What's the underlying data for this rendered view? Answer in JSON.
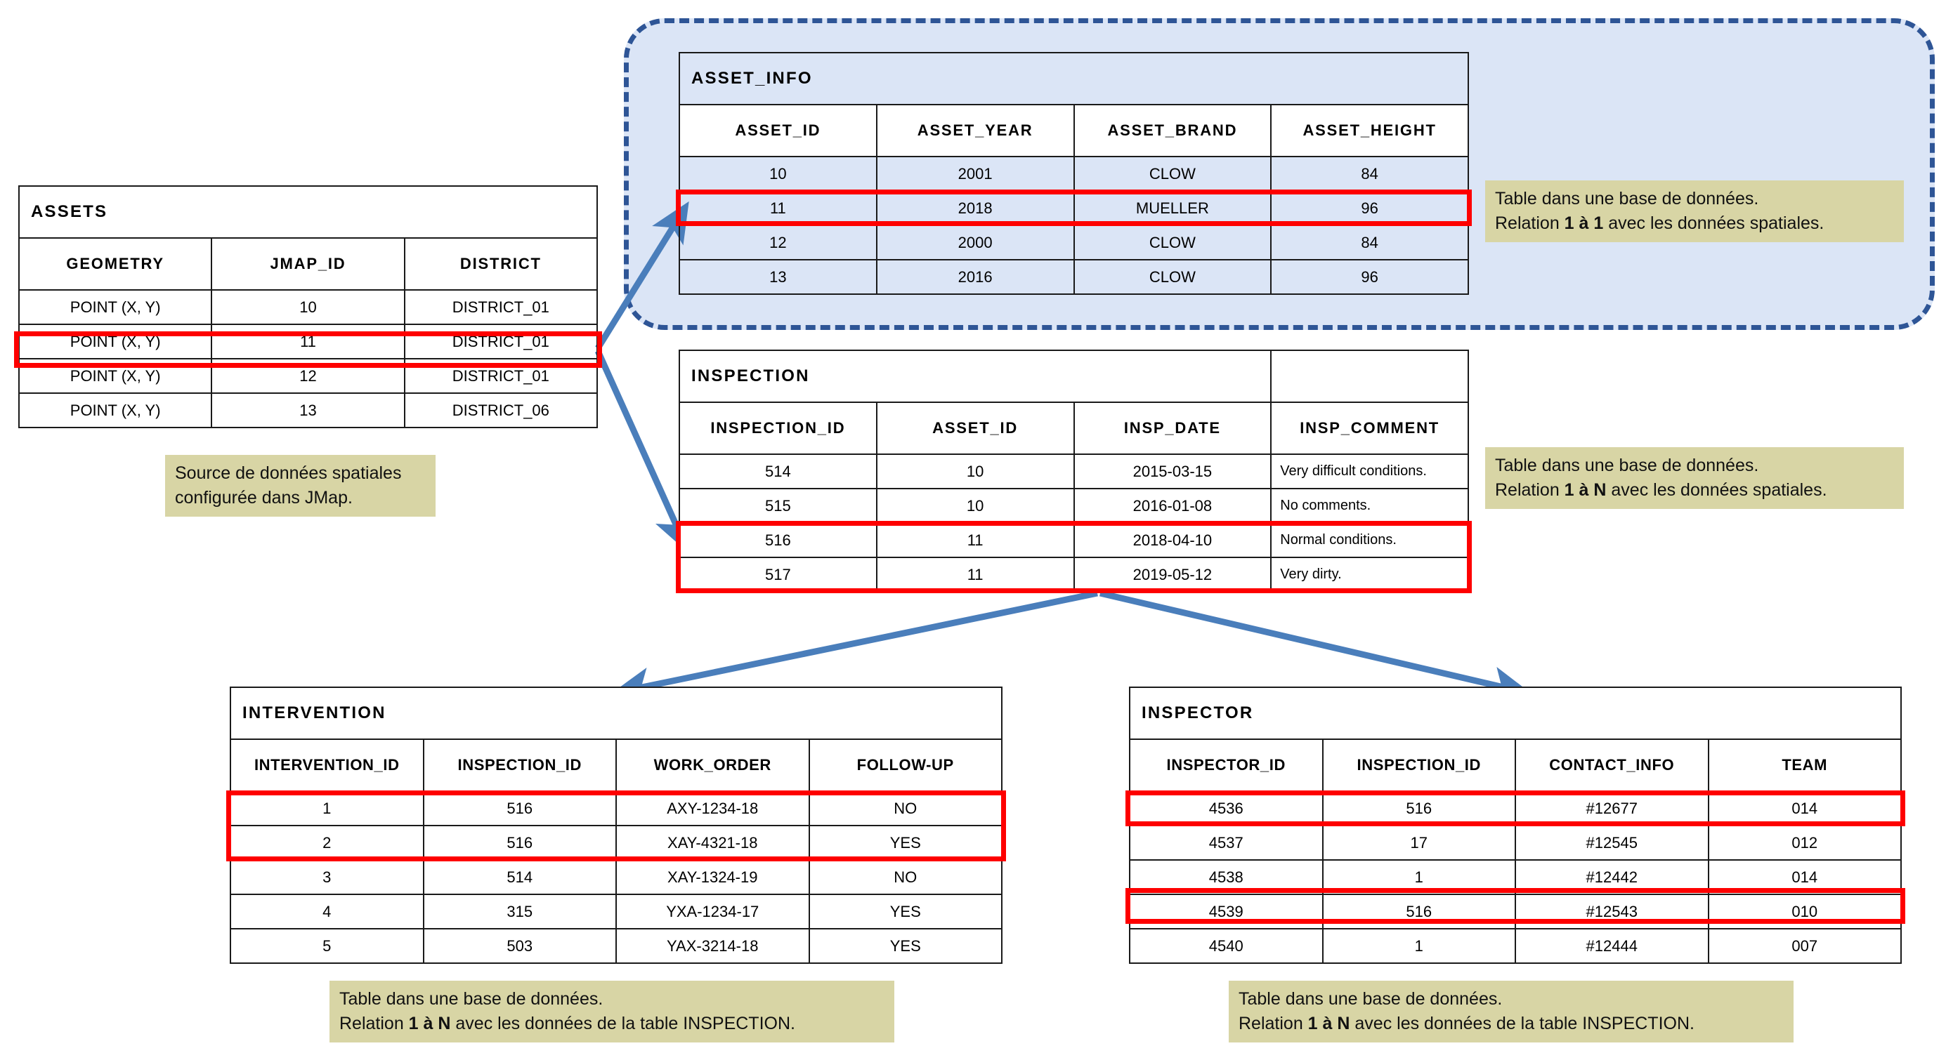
{
  "diagram": {
    "title": "JMap spatial data relational model",
    "colors": {
      "highlight": "#fe0000",
      "arrow": "#4a7ebb",
      "dashed_border": "#2e5596",
      "dashed_fill": "#dbe5f6",
      "note_bg": "#d8d5a5",
      "table_border": "#1a1a1a"
    }
  },
  "tables": {
    "assets": {
      "name": "ASSETS",
      "columns": [
        "GEOMETRY",
        "JMAP_ID",
        "DISTRICT"
      ],
      "rows": [
        [
          "POINT (X, Y)",
          "10",
          "DISTRICT_01"
        ],
        [
          "POINT (X, Y)",
          "11",
          "DISTRICT_01"
        ],
        [
          "POINT (X, Y)",
          "12",
          "DISTRICT_01"
        ],
        [
          "POINT (X, Y)",
          "13",
          "DISTRICT_06"
        ]
      ],
      "highlighted_rows": [
        1
      ]
    },
    "asset_info": {
      "name": "ASSET_INFO",
      "columns": [
        "ASSET_ID",
        "ASSET_YEAR",
        "ASSET_BRAND",
        "ASSET_HEIGHT"
      ],
      "rows": [
        [
          "10",
          "2001",
          "CLOW",
          "84"
        ],
        [
          "11",
          "2018",
          "MUELLER",
          "96"
        ],
        [
          "12",
          "2000",
          "CLOW",
          "84"
        ],
        [
          "13",
          "2016",
          "CLOW",
          "96"
        ]
      ],
      "highlighted_rows": [
        1
      ]
    },
    "inspection": {
      "name": "INSPECTION",
      "columns": [
        "INSPECTION_ID",
        "ASSET_ID",
        "INSP_DATE",
        "INSP_COMMENT"
      ],
      "rows": [
        [
          "514",
          "10",
          "2015-03-15",
          "Very difficult conditions."
        ],
        [
          "515",
          "10",
          "2016-01-08",
          "No comments."
        ],
        [
          "516",
          "11",
          "2018-04-10",
          "Normal conditions."
        ],
        [
          "517",
          "11",
          "2019-05-12",
          "Very dirty."
        ]
      ],
      "highlighted_rows": [
        2,
        3
      ]
    },
    "intervention": {
      "name": "INTERVENTION",
      "columns": [
        "INTERVENTION_ID",
        "INSPECTION_ID",
        "WORK_ORDER",
        "FOLLOW-UP"
      ],
      "rows": [
        [
          "1",
          "516",
          "AXY-1234-18",
          "NO"
        ],
        [
          "2",
          "516",
          "XAY-4321-18",
          "YES"
        ],
        [
          "3",
          "514",
          "XAY-1324-19",
          "NO"
        ],
        [
          "4",
          "315",
          "YXA-1234-17",
          "YES"
        ],
        [
          "5",
          "503",
          "YAX-3214-18",
          "YES"
        ]
      ],
      "highlighted_rows": [
        0,
        1
      ]
    },
    "inspector": {
      "name": "INSPECTOR",
      "columns": [
        "INSPECTOR_ID",
        "INSPECTION_ID",
        "CONTACT_INFO",
        "TEAM"
      ],
      "rows": [
        [
          "4536",
          "516",
          "#12677",
          "014"
        ],
        [
          "4537",
          "17",
          "#12545",
          "012"
        ],
        [
          "4538",
          "1",
          "#12442",
          "014"
        ],
        [
          "4539",
          "516",
          "#12543",
          "010"
        ],
        [
          "4540",
          "1",
          "#12444",
          "007"
        ]
      ],
      "highlighted_rows": [
        0,
        3
      ]
    }
  },
  "notes": {
    "assets_note": {
      "line1": "Source de données spatiales",
      "line2": "configurée dans JMap."
    },
    "asset_info_note": {
      "line1": "Table dans une base de données.",
      "line2_pre": "Relation ",
      "line2_bold": "1 à 1",
      "line2_post": " avec les données spatiales."
    },
    "inspection_note": {
      "line1": "Table dans une base de données.",
      "line2_pre": "Relation ",
      "line2_bold": "1 à N",
      "line2_post": " avec les données spatiales."
    },
    "intervention_note": {
      "line1": "Table dans une base de données.",
      "line2_pre": "Relation ",
      "line2_bold": "1 à N",
      "line2_post": " avec les données de la table INSPECTION."
    },
    "inspector_note": {
      "line1": "Table dans une base de données.",
      "line2_pre": "Relation ",
      "line2_bold": "1 à N",
      "line2_post": " avec les données de la table INSPECTION."
    }
  }
}
